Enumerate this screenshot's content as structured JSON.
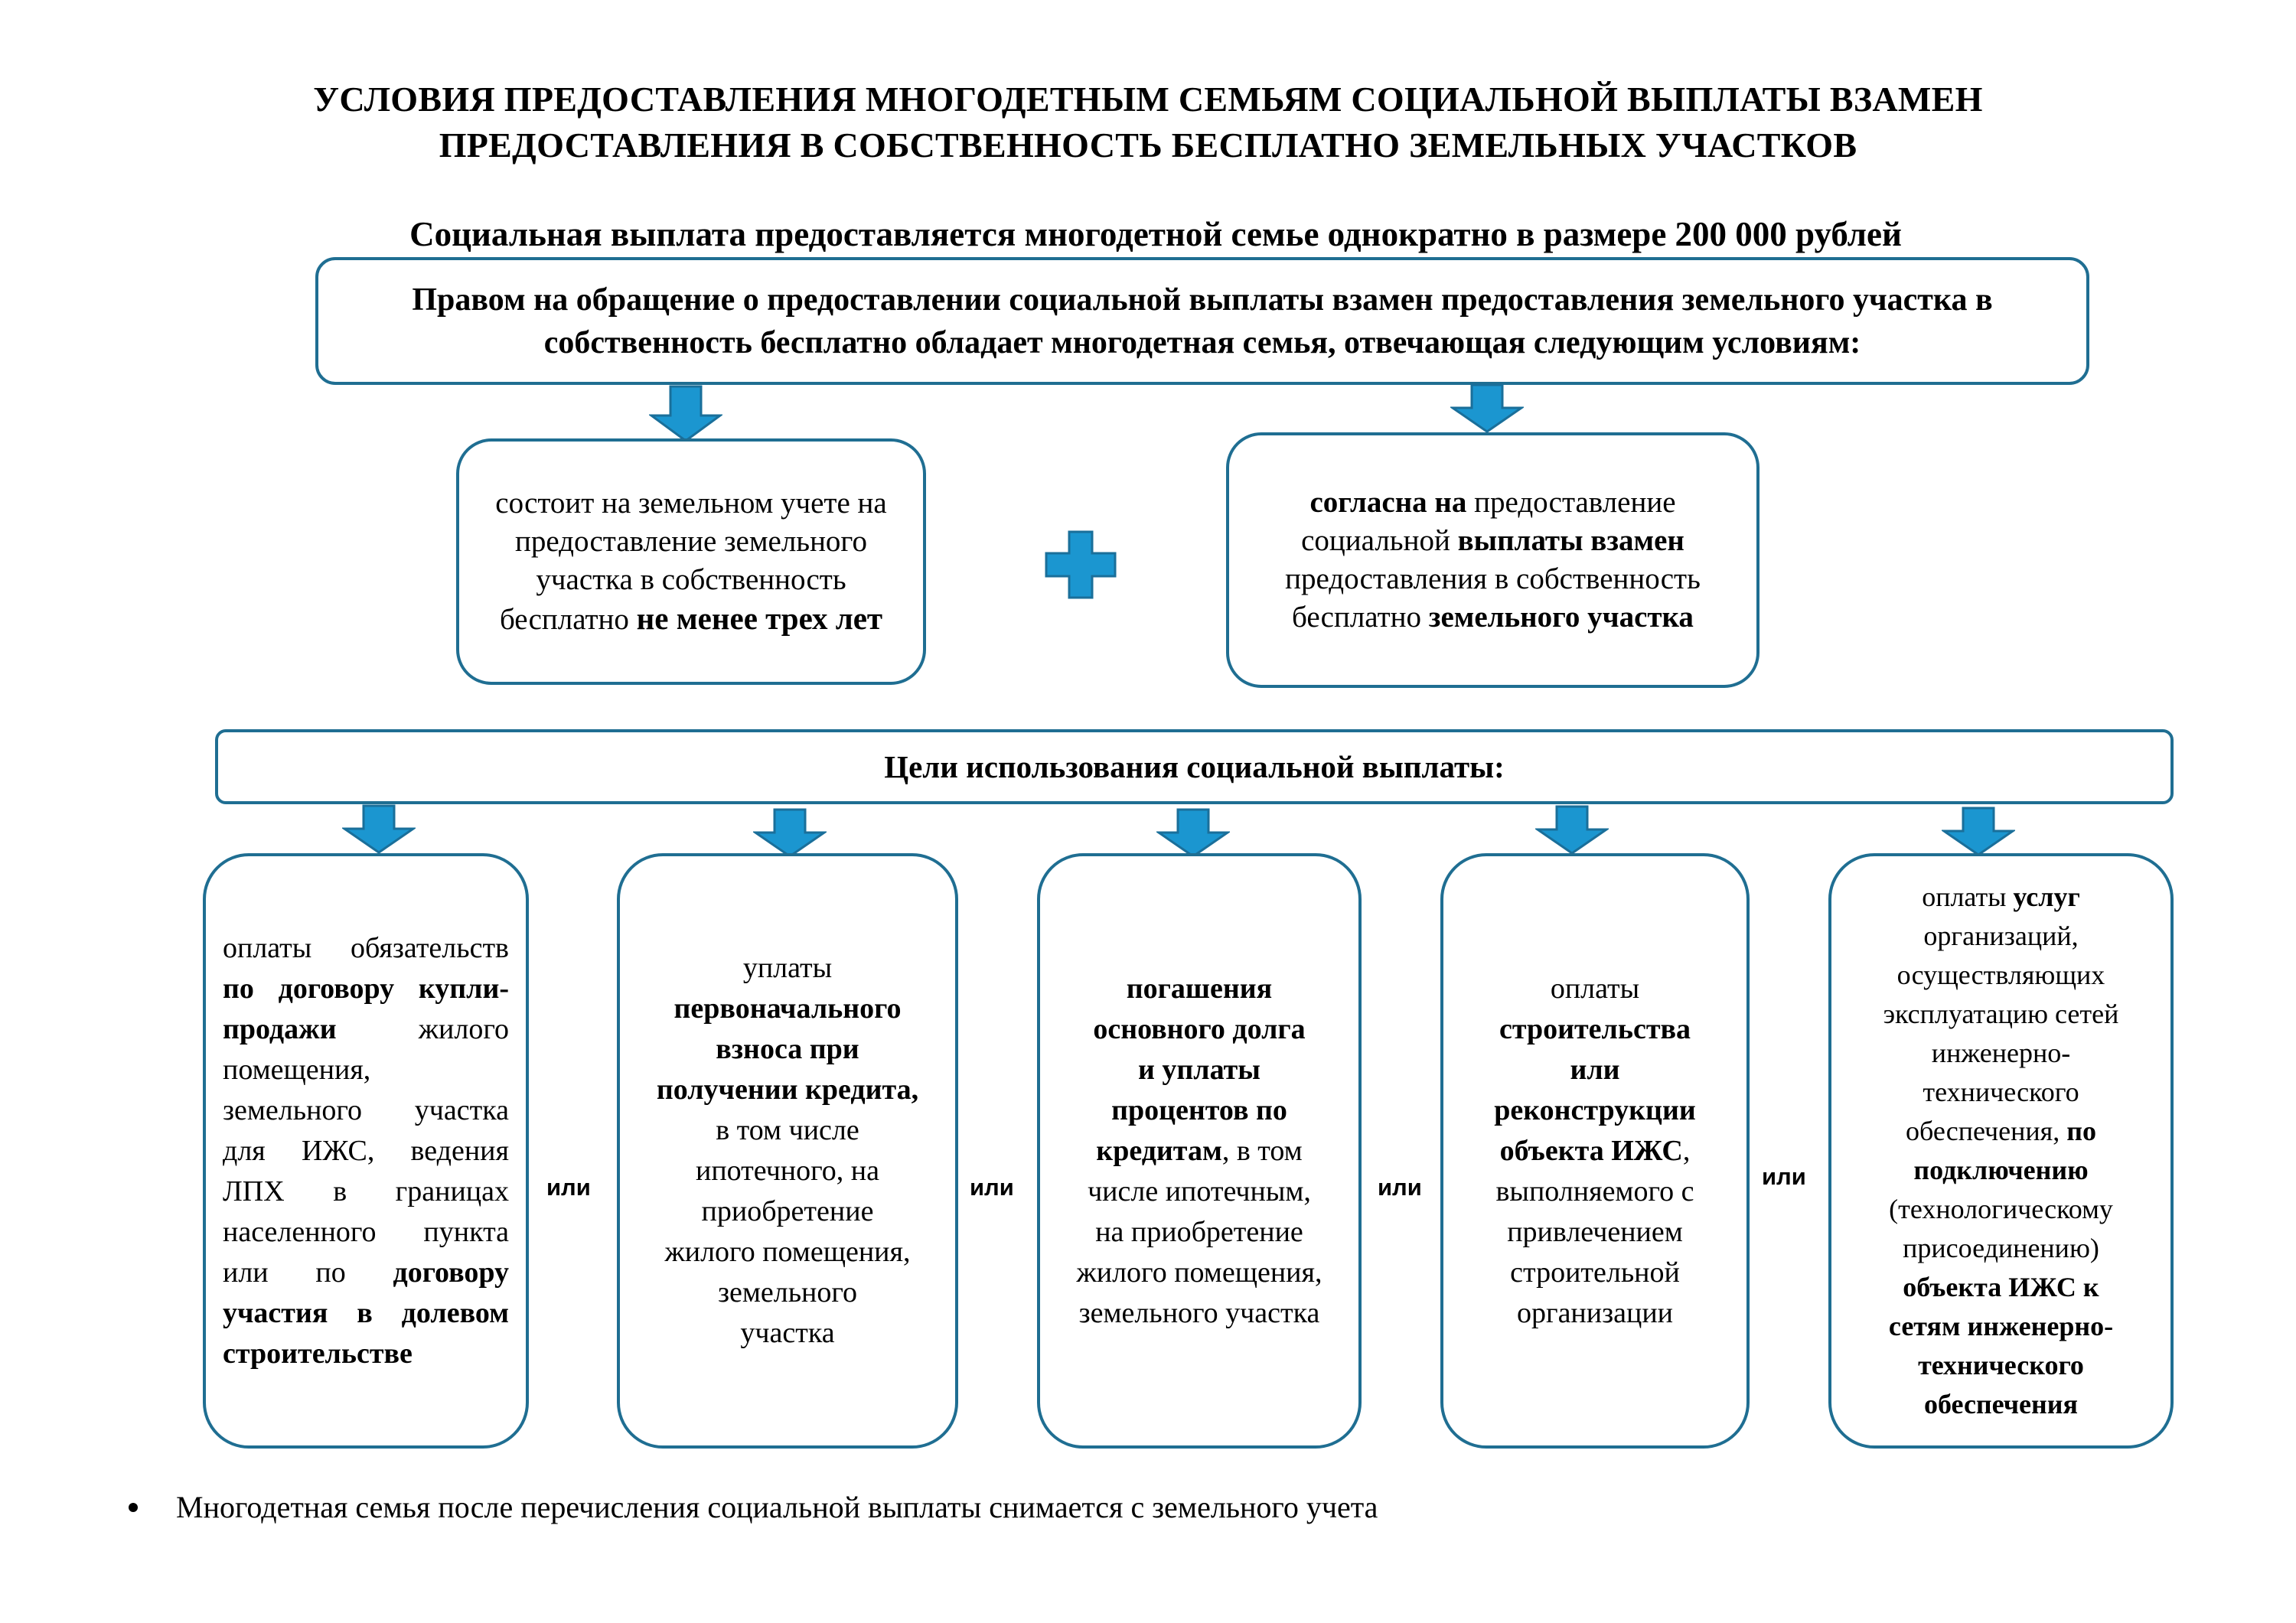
{
  "title": {
    "line1": "УСЛОВИЯ ПРЕДОСТАВЛЕНИЯ МНОГОДЕТНЫМ СЕМЬЯМ СОЦИАЛЬНОЙ ВЫПЛАТЫ ВЗАМЕН",
    "line2": "ПРЕДОСТАВЛЕНИЯ В СОБСТВЕННОСТЬ БЕСПЛАТНО ЗЕМЕЛЬНЫХ УЧАСТКОВ"
  },
  "subtitle": "Социальная выплата предоставляется многодетной семье однократно в размере 200 000 рублей",
  "conditions_header": {
    "line1": "Правом на обращение о предоставлении социальной выплаты взамен предоставления земельного участка в",
    "line2": "собственность бесплатно обладает многодетная семья, отвечающая следующим условиям:"
  },
  "condition_left": {
    "l1": "состоит на земельном учете на",
    "l2": "предоставление земельного",
    "l3": "участка в собственность",
    "l4_plain": "бесплатно ",
    "l4_bold": "не менее трех лет"
  },
  "condition_right": {
    "l1_bold": "согласна на",
    "l1_plain": " предоставление",
    "l2_plain": "социальной ",
    "l2_bold": "выплаты взамен",
    "l3": "предоставления в собственность",
    "l4_plain": "бесплатно ",
    "l4_bold": "земельного участка"
  },
  "goals_header": "Цели использования социальной выплаты:",
  "goal1": {
    "t1": "оплаты обязательств ",
    "b1": "по договору купли-продажи",
    "t2": " жилого помещения, земельного участка для ИЖС, ведения ЛПХ в границах населенного пункта или по ",
    "b2": "договору участия в долевом строительстве"
  },
  "goal2": {
    "l1": "уплаты",
    "b1": "первоначального",
    "b2": "взноса при",
    "b3": "получении кредита,",
    "l2": "в том числе",
    "l3": "ипотечного, на",
    "l4": "приобретение",
    "l5": "жилого помещения,",
    "l6": "земельного",
    "l7": "участка"
  },
  "goal3": {
    "b1": "погашения",
    "b2": "основного долга",
    "b3": "и уплаты",
    "b4": "процентов по",
    "b5": "кредитам",
    "l1": ", в том",
    "l2": "числе ипотечным,",
    "l3": "на приобретение",
    "l4": "жилого помещения,",
    "l5": "земельного участка"
  },
  "goal4": {
    "l1": "оплаты",
    "b1": "строительства",
    "b2": "или",
    "b3": "реконструкции",
    "b4": "объекта ИЖС",
    "l2": ",",
    "l3": "выполняемого с",
    "l4": "привлечением",
    "l5": "строительной",
    "l6": "организации"
  },
  "goal5": {
    "l1": "оплаты ",
    "b1": "услуг",
    "l2": "организаций,",
    "l3": "осуществляющих",
    "l4": "эксплуатацию сетей",
    "l5": "инженерно-",
    "l6": "технического",
    "l7": "обеспечения, ",
    "b2": "по",
    "b3": "подключению",
    "l8": "(технологическому",
    "l9": "присоединению)",
    "b4": "объекта ИЖС к",
    "b5": "сетям инженерно-",
    "b6": "технического",
    "b7": "обеспечения"
  },
  "separator_label": "или",
  "footnote": "Многодетная семья после перечисления социальной выплаты снимается с земельного учета",
  "colors": {
    "box_border": "#1f6e92",
    "arrow_fill": "#1b96d0",
    "arrow_stroke": "#1a6f9a",
    "plus_fill": "#1b96d0"
  }
}
